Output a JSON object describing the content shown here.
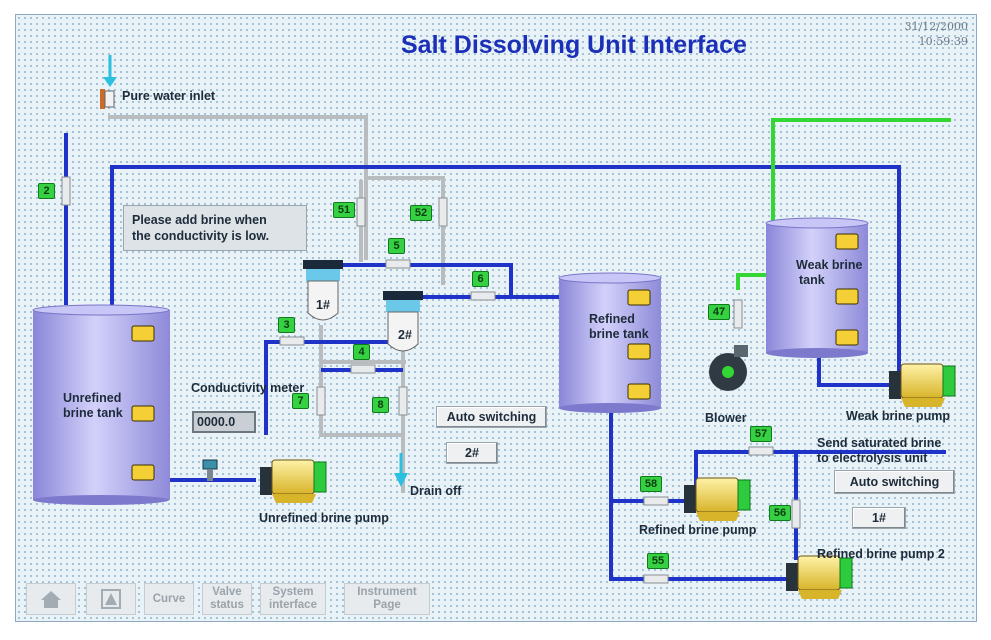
{
  "header": {
    "title": "Salt Dissolving Unit Interface",
    "date": "31/12/2000",
    "time": "10:59:39"
  },
  "labels": {
    "pure_water_inlet": "Pure water inlet",
    "unrefined_tank_1": "Unrefined",
    "unrefined_tank_2": "brine tank",
    "refined_tank_1": "Refined",
    "refined_tank_2": "brine tank",
    "weak_tank_1": "Weak brine",
    "weak_tank_2": "tank",
    "conductivity_meter": "Conductivity meter",
    "drain_off": "Drain off",
    "unrefined_pump": "Unrefined brine pump",
    "refined_pump": "Refined brine pump",
    "refined_pump_2": "Refined brine pump 2",
    "weak_pump": "Weak brine pump",
    "blower": "Blower",
    "send_1": "Send saturated brine",
    "send_2": "to electrolysis unit",
    "filter_1": "1#",
    "filter_2": "2#"
  },
  "notice": {
    "line1": "Please add brine when",
    "line2": "the conductivity is low."
  },
  "conductivity": {
    "value": "0000.0"
  },
  "controls": {
    "auto_switch_1": "Auto switching",
    "selected_1": "2#",
    "auto_switch_2": "Auto switching",
    "selected_2": "1#"
  },
  "valves": {
    "v2": "2",
    "v3": "3",
    "v4": "4",
    "v5": "5",
    "v6": "6",
    "v7": "7",
    "v8": "8",
    "v47": "47",
    "v51": "51",
    "v52": "52",
    "v55": "55",
    "v56": "56",
    "v57": "57",
    "v58": "58"
  },
  "nav": {
    "curve": "Curve",
    "valve_status": "Valve status",
    "system_interface": "System interface",
    "instrument_page": "Instrument Page"
  },
  "colors": {
    "title": "#1b2fb8",
    "pipe_blue": "#1f33c9",
    "pipe_grey": "#b9bcbf",
    "pipe_green": "#33d633",
    "tank_fill": "#b8b4f0",
    "valve_tag": "#36d142"
  }
}
